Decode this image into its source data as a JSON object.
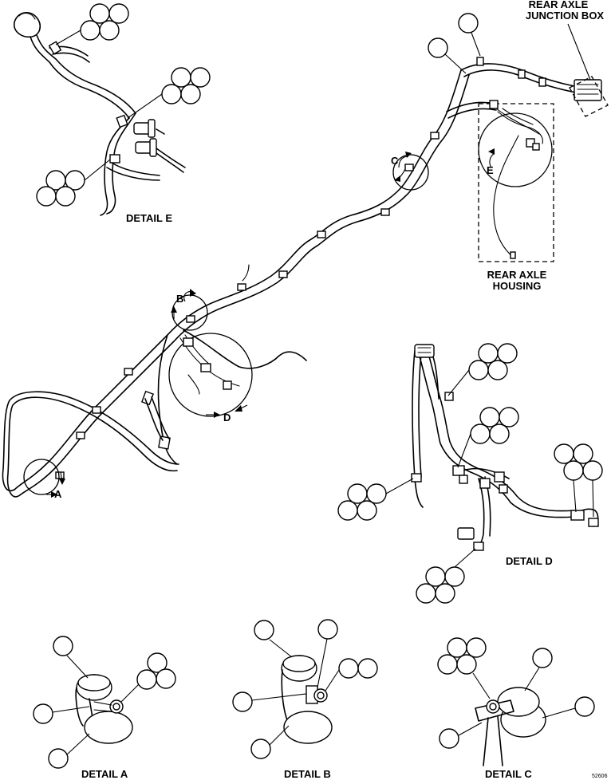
{
  "labels": {
    "rear_axle_junction_box": [
      "REAR AXLE",
      "JUNCTION BOX"
    ],
    "rear_axle_housing": [
      "REAR AXLE",
      "HOUSING"
    ],
    "detail_e": "DETAIL E",
    "detail_d": "DETAIL D",
    "detail_a": "DETAIL A",
    "detail_b": "DETAIL B",
    "detail_c": "DETAIL C",
    "callout_a": "A",
    "callout_b": "B",
    "callout_c": "C",
    "callout_d": "D",
    "callout_e": "E",
    "figure_number": "52606"
  }
}
